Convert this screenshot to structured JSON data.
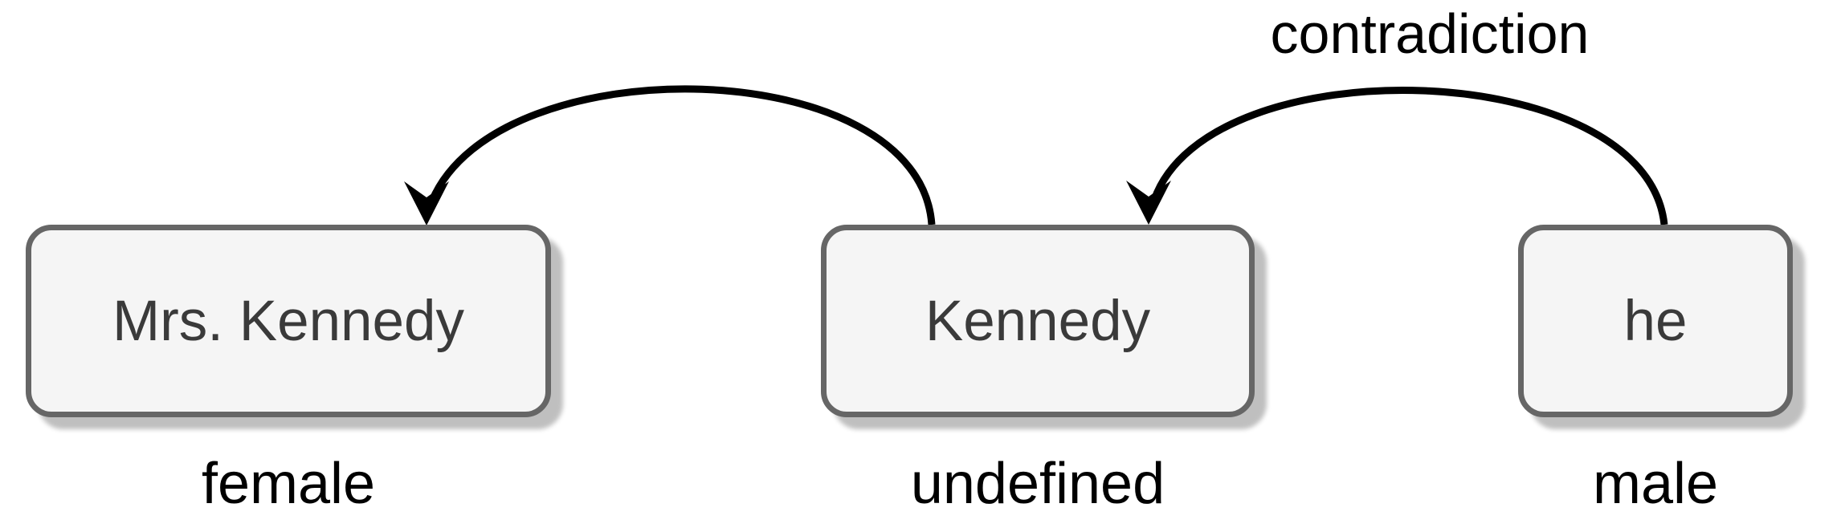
{
  "diagram": {
    "background": "#ffffff",
    "colors": {
      "node_fill": "#f5f5f5",
      "node_border": "#666666",
      "node_text": "#3a3a3a",
      "label_text": "#000000",
      "arrow": "#000000"
    },
    "nodes": [
      {
        "id": "mrs-kennedy",
        "label": "Mrs. Kennedy",
        "gender": "female"
      },
      {
        "id": "kennedy",
        "label": "Kennedy",
        "gender": "undefined"
      },
      {
        "id": "he",
        "label": "he",
        "gender": "male"
      }
    ],
    "edges": [
      {
        "from": "kennedy",
        "to": "mrs-kennedy",
        "label": ""
      },
      {
        "from": "he",
        "to": "kennedy",
        "label": "contradiction"
      }
    ],
    "edge_label": "contradiction"
  }
}
